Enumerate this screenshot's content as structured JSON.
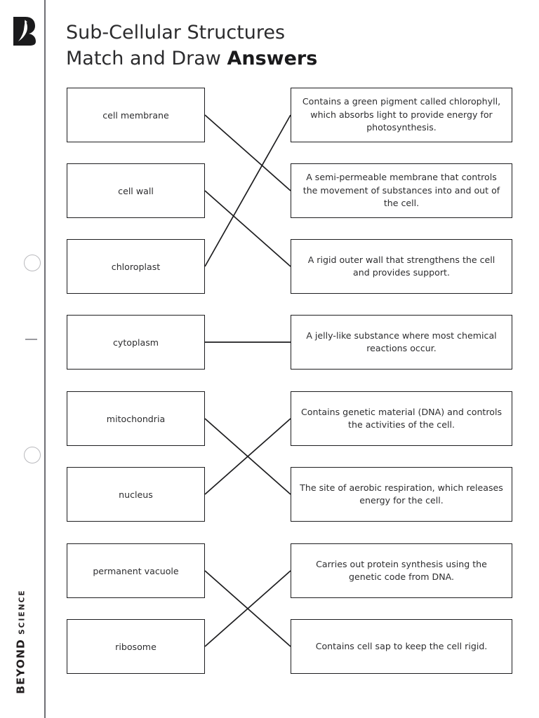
{
  "brand": {
    "logo_icon": "beyond-b-logo",
    "name_bold": "BEYOND",
    "name_light": "SCIENCE"
  },
  "header": {
    "title_line1": "Sub-Cellular Structures",
    "title_line2_normal": "Match and Draw ",
    "title_line2_bold": "Answers"
  },
  "margin": {
    "hole_icon": "binder-hole",
    "dash_icon": "margin-dash"
  },
  "terms": [
    {
      "label": "cell membrane"
    },
    {
      "label": "cell wall"
    },
    {
      "label": "chloroplast"
    },
    {
      "label": "cytoplasm"
    },
    {
      "label": "mitochondria"
    },
    {
      "label": "nucleus"
    },
    {
      "label": "permanent vacuole"
    },
    {
      "label": "ribosome"
    }
  ],
  "descriptions": [
    {
      "text": "Contains a green pigment called chlorophyll, which absorbs light to provide energy for photosynthesis."
    },
    {
      "text": "A semi-permeable membrane that controls the movement of substances into and out of the cell."
    },
    {
      "text": "A rigid outer wall that strengthens the cell and provides support."
    },
    {
      "text": "A jelly-like substance where most chemical reactions occur."
    },
    {
      "text": "Contains genetic material (DNA) and controls the activities of the cell."
    },
    {
      "text": "The site of aerobic respiration, which releases energy for the cell."
    },
    {
      "text": "Carries out protein synthesis using the genetic code from DNA."
    },
    {
      "text": "Contains cell sap to keep the cell rigid."
    }
  ],
  "answer_connections": [
    {
      "term": "cell membrane",
      "description": "A semi-permeable membrane that controls the movement of substances into and out of the cell."
    },
    {
      "term": "cell wall",
      "description": "A rigid outer wall that strengthens the cell and provides support."
    },
    {
      "term": "chloroplast",
      "description": "Contains a green pigment called chlorophyll, which absorbs light to provide energy for photosynthesis."
    },
    {
      "term": "cytoplasm",
      "description": "A jelly-like substance where most chemical reactions occur."
    },
    {
      "term": "mitochondria",
      "description": "The site of aerobic respiration, which releases energy for the cell."
    },
    {
      "term": "nucleus",
      "description": "Contains genetic material (DNA) and controls the activities of the cell."
    },
    {
      "term": "permanent vacuole",
      "description": "Contains cell sap to keep the cell rigid."
    },
    {
      "term": "ribosome",
      "description": "Carries out protein synthesis using the genetic code from DNA."
    }
  ],
  "colors": {
    "ink": "#231f20",
    "box_border": "#1d1d1f",
    "rail": "#6f6f74",
    "page": "#ffffff"
  }
}
